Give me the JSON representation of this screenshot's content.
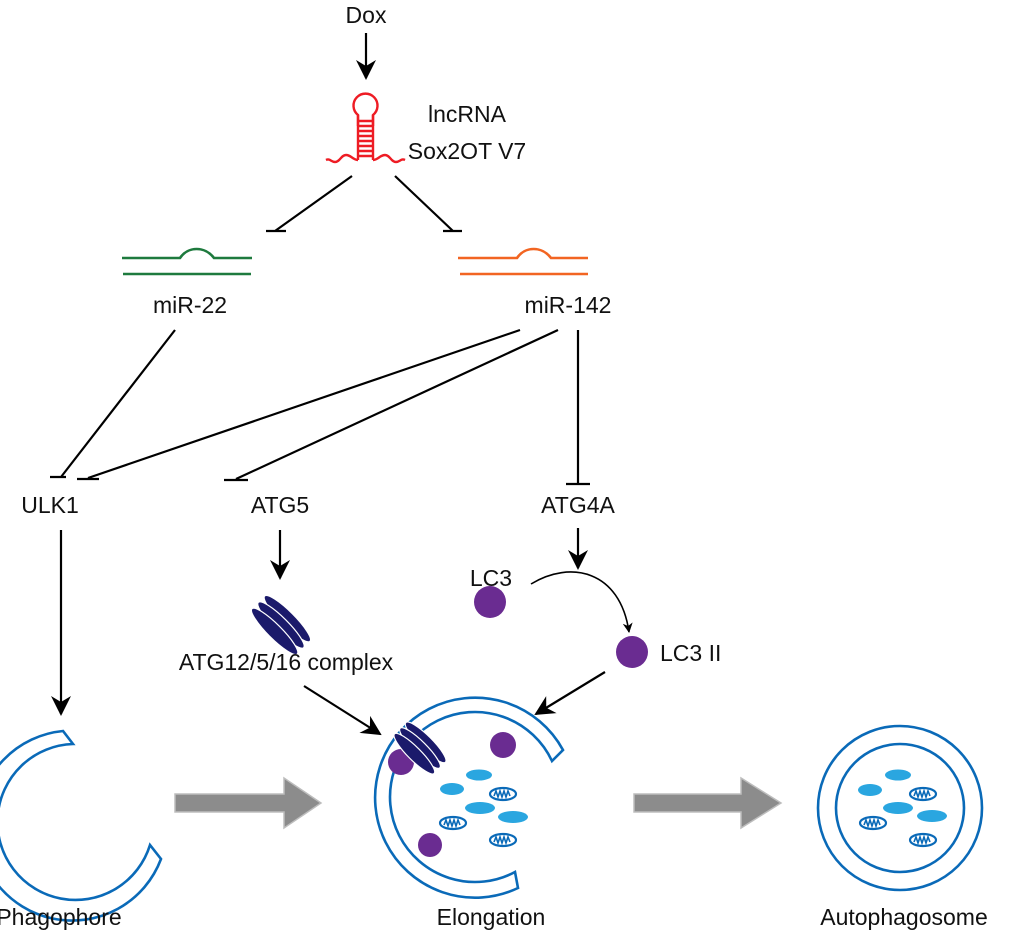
{
  "diagram": {
    "inducer": "Dox",
    "lncrna": {
      "line1": "lncRNA",
      "line2": "Sox2OT V7"
    },
    "mirnas": [
      {
        "label": "miR-22",
        "color": "#1e7a3e"
      },
      {
        "label": "miR-142",
        "color": "#f26522"
      }
    ],
    "targets": [
      "ULK1",
      "ATG5",
      "ATG4A"
    ],
    "lc3": "LC3",
    "lc3ii": "LC3 II",
    "complex": "ATG12/5/16 complex",
    "stages": [
      "Phagophore",
      "Elongation",
      "Autophagosome"
    ],
    "colors": {
      "lncrna": "#ee1c24",
      "membrane": "#0a6ab8",
      "cargo": "#2aa6e0",
      "lc3": "#6a2c91",
      "atg_complex": "#1b1a6b",
      "stage_arrow": "#8c8c8c"
    },
    "edges": [
      {
        "from": "Dox",
        "to": "lncRNA Sox2OT V7",
        "type": "activates"
      },
      {
        "from": "lncRNA Sox2OT V7",
        "to": "miR-22",
        "type": "inhibits"
      },
      {
        "from": "lncRNA Sox2OT V7",
        "to": "miR-142",
        "type": "inhibits"
      },
      {
        "from": "miR-22",
        "to": "ULK1",
        "type": "inhibits"
      },
      {
        "from": "miR-142",
        "to": "ULK1",
        "type": "inhibits"
      },
      {
        "from": "miR-142",
        "to": "ATG5",
        "type": "inhibits"
      },
      {
        "from": "miR-142",
        "to": "ATG4A",
        "type": "inhibits"
      },
      {
        "from": "ULK1",
        "to": "Phagophore",
        "type": "activates"
      },
      {
        "from": "ATG5",
        "to": "ATG12/5/16 complex",
        "type": "activates"
      },
      {
        "from": "ATG4A",
        "to": "LC3 conversion",
        "type": "activates"
      },
      {
        "from": "LC3",
        "to": "LC3 II",
        "type": "converts"
      },
      {
        "from": "ATG12/5/16 complex",
        "to": "Elongation",
        "type": "activates"
      },
      {
        "from": "LC3 II",
        "to": "Elongation",
        "type": "activates"
      },
      {
        "from": "Phagophore",
        "to": "Elongation",
        "type": "progression"
      },
      {
        "from": "Elongation",
        "to": "Autophagosome",
        "type": "progression"
      }
    ]
  }
}
